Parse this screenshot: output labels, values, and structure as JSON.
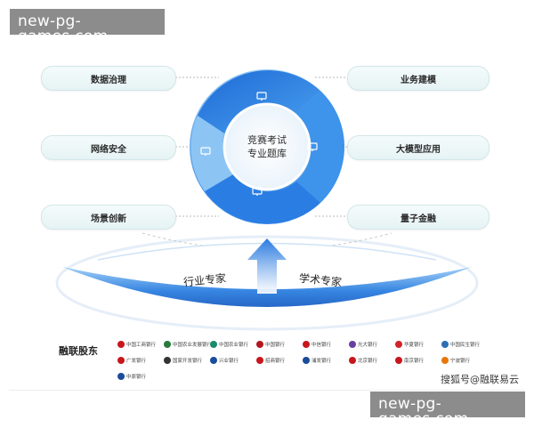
{
  "watermark": "new-pg-games.com",
  "center": {
    "line1": "竞赛考试",
    "line2": "专业题库"
  },
  "left_items": [
    "数据治理",
    "网络安全",
    "场景创新"
  ],
  "right_items": [
    "业务建模",
    "大模型应用",
    "量子金融"
  ],
  "arc_labels": {
    "industry": "行业专家",
    "academic": "学术专家"
  },
  "shareholders": {
    "title": "融联股东",
    "logos": [
      {
        "text": "中国工商银行",
        "color": "#c8161d"
      },
      {
        "text": "中国农业发展银行",
        "color": "#2a7a3b"
      },
      {
        "text": "中国农业银行",
        "color": "#1a8a6e"
      },
      {
        "text": "中国银行",
        "color": "#b3171f"
      },
      {
        "text": "中信银行",
        "color": "#c8161d"
      },
      {
        "text": "光大银行",
        "color": "#6b3fa0"
      },
      {
        "text": "华夏银行",
        "color": "#d2232a"
      },
      {
        "text": "中国民生银行",
        "color": "#2c6fb3"
      },
      {
        "text": "广发银行",
        "color": "#c8161d"
      },
      {
        "text": "国家开发银行",
        "color": "#333333"
      },
      {
        "text": "兴业银行",
        "color": "#1a4c9b"
      },
      {
        "text": "招商银行",
        "color": "#c8161d"
      },
      {
        "text": "浦发银行",
        "color": "#1a4c9b"
      },
      {
        "text": "北京银行",
        "color": "#c8161d"
      },
      {
        "text": "南京银行",
        "color": "#c8161d"
      },
      {
        "text": "宁波银行",
        "color": "#e6780a"
      },
      {
        "text": "中原银行",
        "color": "#1a4c9b"
      }
    ]
  },
  "source": "搜狐号@融联易云",
  "colors": {
    "ring_dark": "#1f6fd6",
    "ring_light": "#8ec3f2",
    "arc": "#2a7be0"
  }
}
